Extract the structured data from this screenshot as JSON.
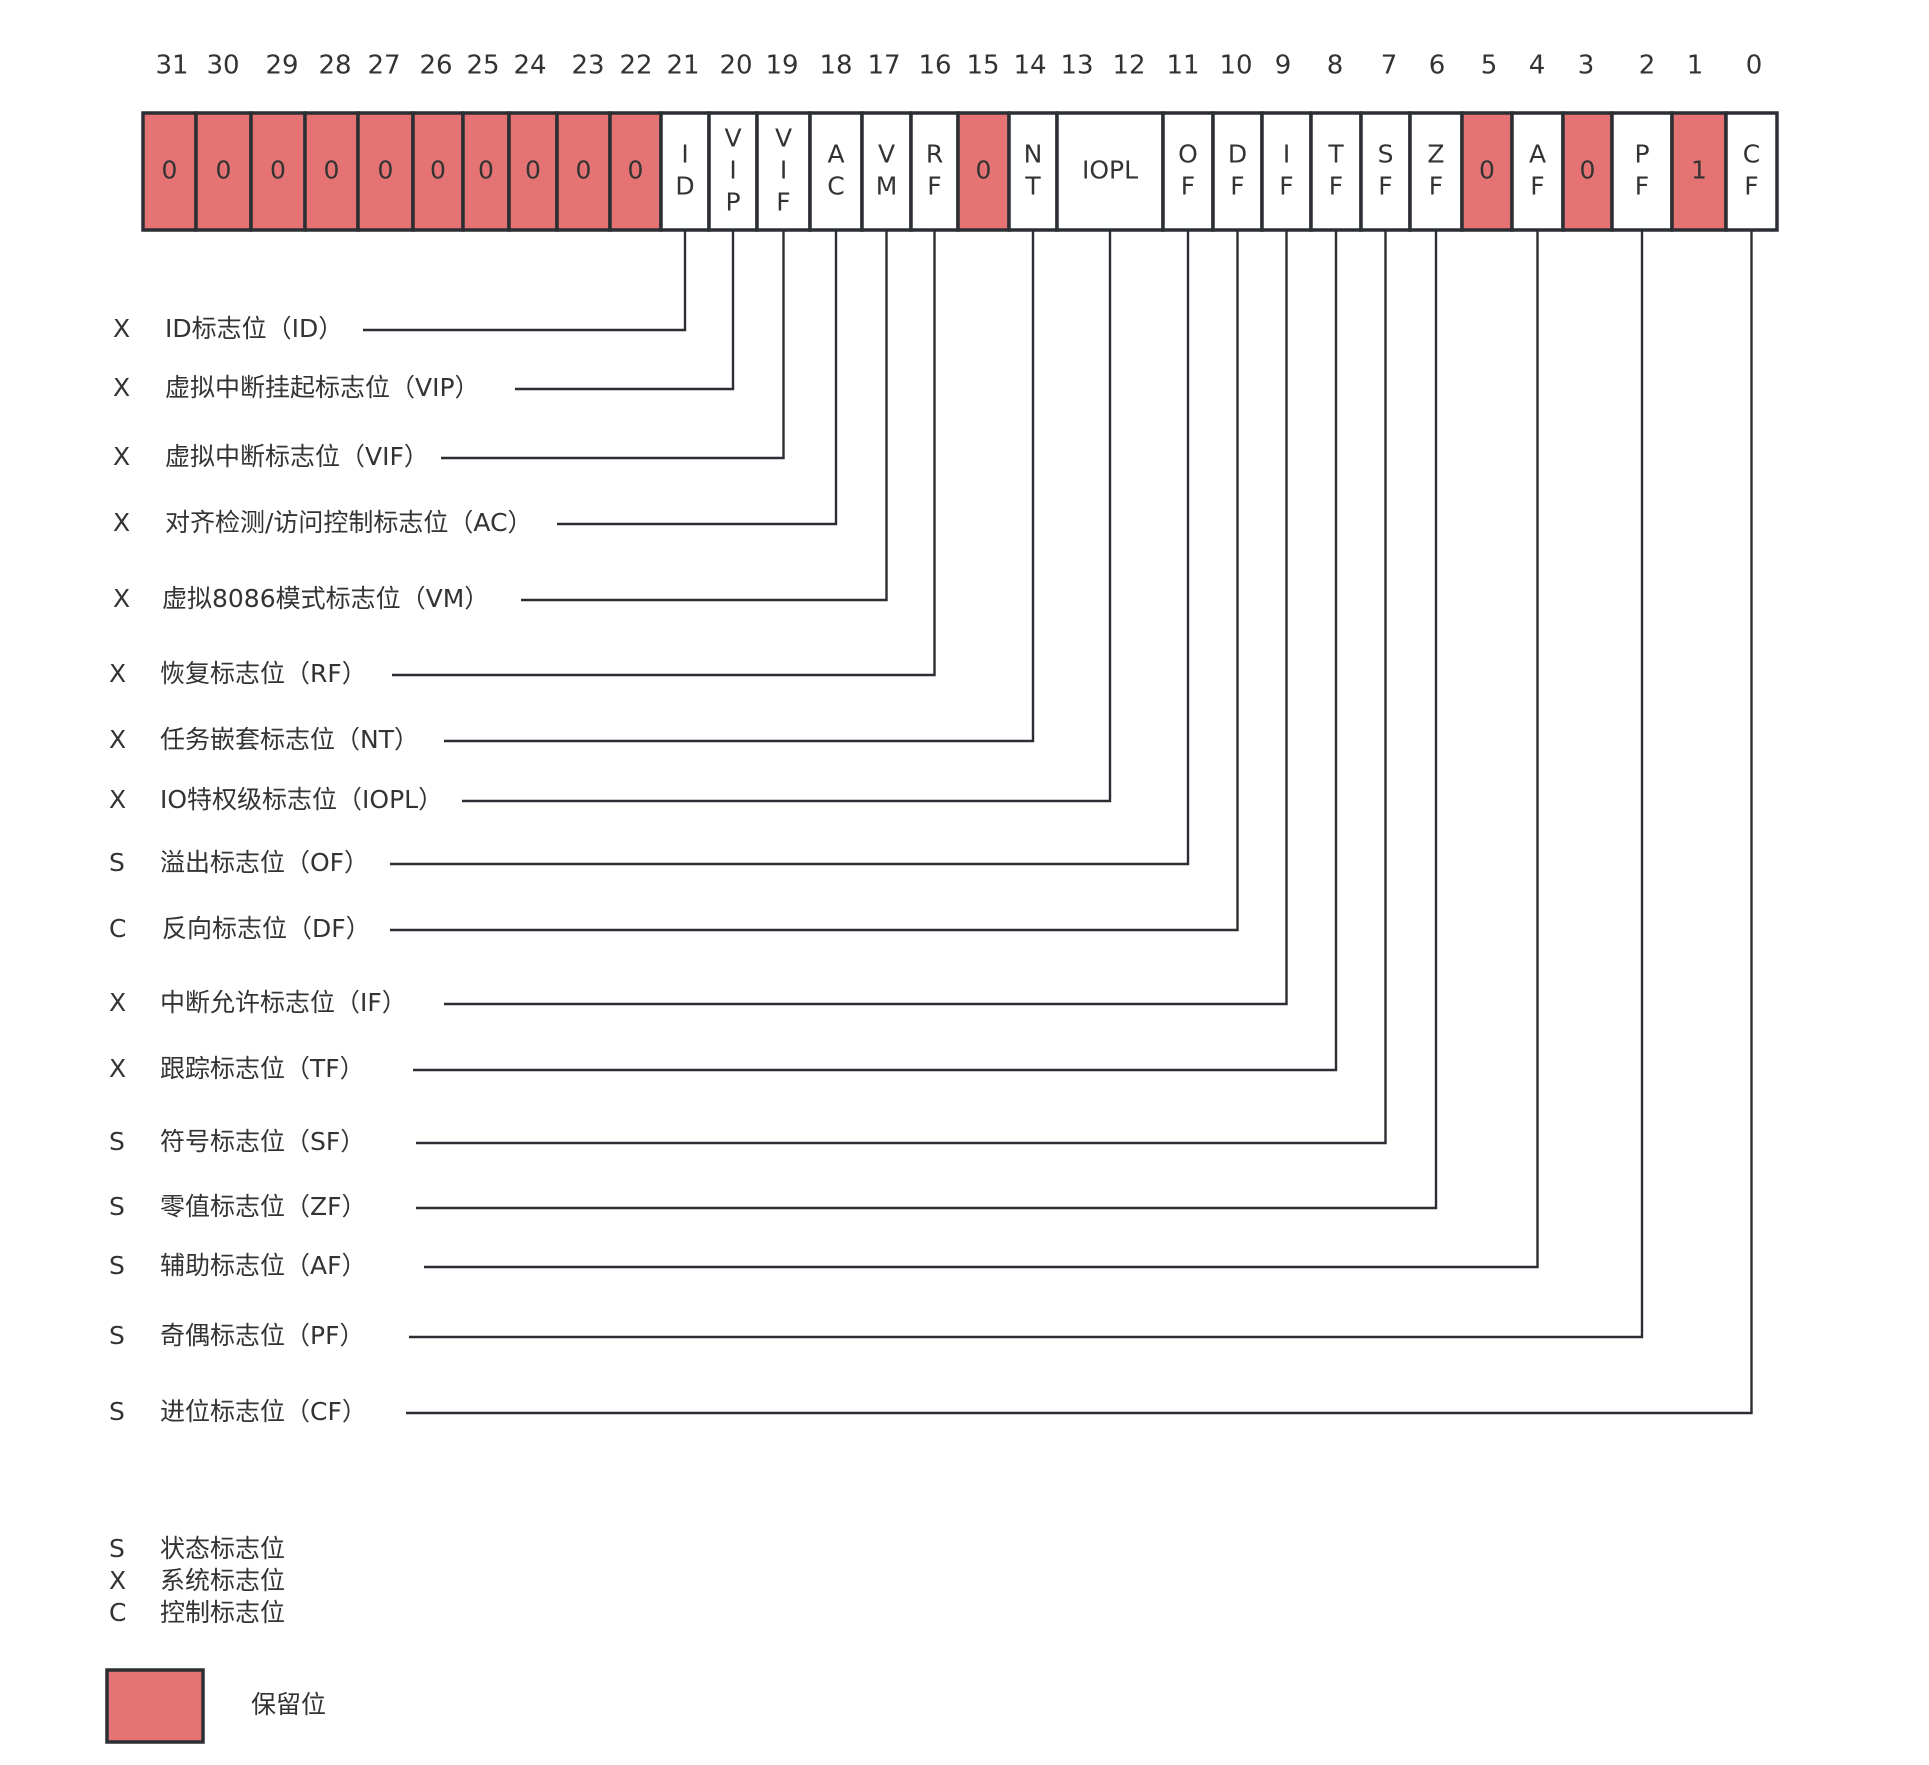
{
  "register": {
    "bit_numbers": [
      "31",
      "30",
      "29",
      "28",
      "27",
      "26",
      "25",
      "24",
      "23",
      "22",
      "21",
      "20",
      "19",
      "18",
      "17",
      "16",
      "15",
      "14",
      "13",
      "12",
      "11",
      "10",
      "9",
      "8",
      "7",
      "6",
      "5",
      "4",
      "3",
      "2",
      "1",
      "0"
    ],
    "fields": [
      {
        "id": "b31",
        "label": "0",
        "reserved": true
      },
      {
        "id": "b30",
        "label": "0",
        "reserved": true
      },
      {
        "id": "b29",
        "label": "0",
        "reserved": true
      },
      {
        "id": "b28",
        "label": "0",
        "reserved": true
      },
      {
        "id": "b27",
        "label": "0",
        "reserved": true
      },
      {
        "id": "b26",
        "label": "0",
        "reserved": true
      },
      {
        "id": "b25",
        "label": "0",
        "reserved": true
      },
      {
        "id": "b24",
        "label": "0",
        "reserved": true
      },
      {
        "id": "b23",
        "label": "0",
        "reserved": true
      },
      {
        "id": "b22",
        "label": "0",
        "reserved": true
      },
      {
        "id": "id",
        "label": "I\nD",
        "reserved": false
      },
      {
        "id": "vip",
        "label": "V\nI\nP",
        "reserved": false
      },
      {
        "id": "vif",
        "label": "V\nI\nF",
        "reserved": false
      },
      {
        "id": "ac",
        "label": "A\nC",
        "reserved": false
      },
      {
        "id": "vm",
        "label": "V\nM",
        "reserved": false
      },
      {
        "id": "rf",
        "label": "R\nF",
        "reserved": false
      },
      {
        "id": "b15",
        "label": "0",
        "reserved": true
      },
      {
        "id": "nt",
        "label": "N\nT",
        "reserved": false
      },
      {
        "id": "iopl",
        "label": "IOPL",
        "reserved": false
      },
      {
        "id": "of",
        "label": "O\nF",
        "reserved": false
      },
      {
        "id": "df",
        "label": "D\nF",
        "reserved": false
      },
      {
        "id": "if",
        "label": "I\nF",
        "reserved": false
      },
      {
        "id": "tf",
        "label": "T\nF",
        "reserved": false
      },
      {
        "id": "sf",
        "label": "S\nF",
        "reserved": false
      },
      {
        "id": "zf",
        "label": "Z\nF",
        "reserved": false
      },
      {
        "id": "b5",
        "label": "0",
        "reserved": true
      },
      {
        "id": "af",
        "label": "A\nF",
        "reserved": false
      },
      {
        "id": "b3",
        "label": "0",
        "reserved": true
      },
      {
        "id": "pf",
        "label": "P\nF",
        "reserved": false
      },
      {
        "id": "b1",
        "label": "1",
        "reserved": true
      },
      {
        "id": "cf",
        "label": "C\nF",
        "reserved": false
      }
    ]
  },
  "flags": [
    {
      "field": "id",
      "kind": "X",
      "desc": "ID标志位（ID）"
    },
    {
      "field": "vip",
      "kind": "X",
      "desc": "虚拟中断挂起标志位（VIP）"
    },
    {
      "field": "vif",
      "kind": "X",
      "desc": "虚拟中断标志位（VIF）"
    },
    {
      "field": "ac",
      "kind": "X",
      "desc": "对齐检测/访问控制标志位（AC）"
    },
    {
      "field": "vm",
      "kind": "X",
      "desc": "虚拟8086模式标志位（VM）"
    },
    {
      "field": "rf",
      "kind": "X",
      "desc": "恢复标志位（RF）"
    },
    {
      "field": "nt",
      "kind": "X",
      "desc": "任务嵌套标志位（NT）"
    },
    {
      "field": "iopl",
      "kind": "X",
      "desc": "IO特权级标志位（IOPL）"
    },
    {
      "field": "of",
      "kind": "S",
      "desc": "溢出标志位（OF）"
    },
    {
      "field": "df",
      "kind": "C",
      "desc": "反向标志位（DF）"
    },
    {
      "field": "if",
      "kind": "X",
      "desc": "中断允许标志位（IF）"
    },
    {
      "field": "tf",
      "kind": "X",
      "desc": "跟踪标志位（TF）"
    },
    {
      "field": "sf",
      "kind": "S",
      "desc": "符号标志位（SF）"
    },
    {
      "field": "zf",
      "kind": "S",
      "desc": "零值标志位（ZF）"
    },
    {
      "field": "af",
      "kind": "S",
      "desc": "辅助标志位（AF）"
    },
    {
      "field": "pf",
      "kind": "S",
      "desc": "奇偶标志位（PF）"
    },
    {
      "field": "cf",
      "kind": "S",
      "desc": "进位标志位（CF）"
    }
  ],
  "legend": {
    "kinds": [
      {
        "key": "S",
        "desc": "状态标志位"
      },
      {
        "key": "X",
        "desc": "系统标志位"
      },
      {
        "key": "C",
        "desc": "控制标志位"
      }
    ],
    "reserved_label": "保留位"
  },
  "colors": {
    "reserved": "#e57373",
    "normal": "#ffffff",
    "line": "#2b2f33",
    "text": "#333333"
  }
}
